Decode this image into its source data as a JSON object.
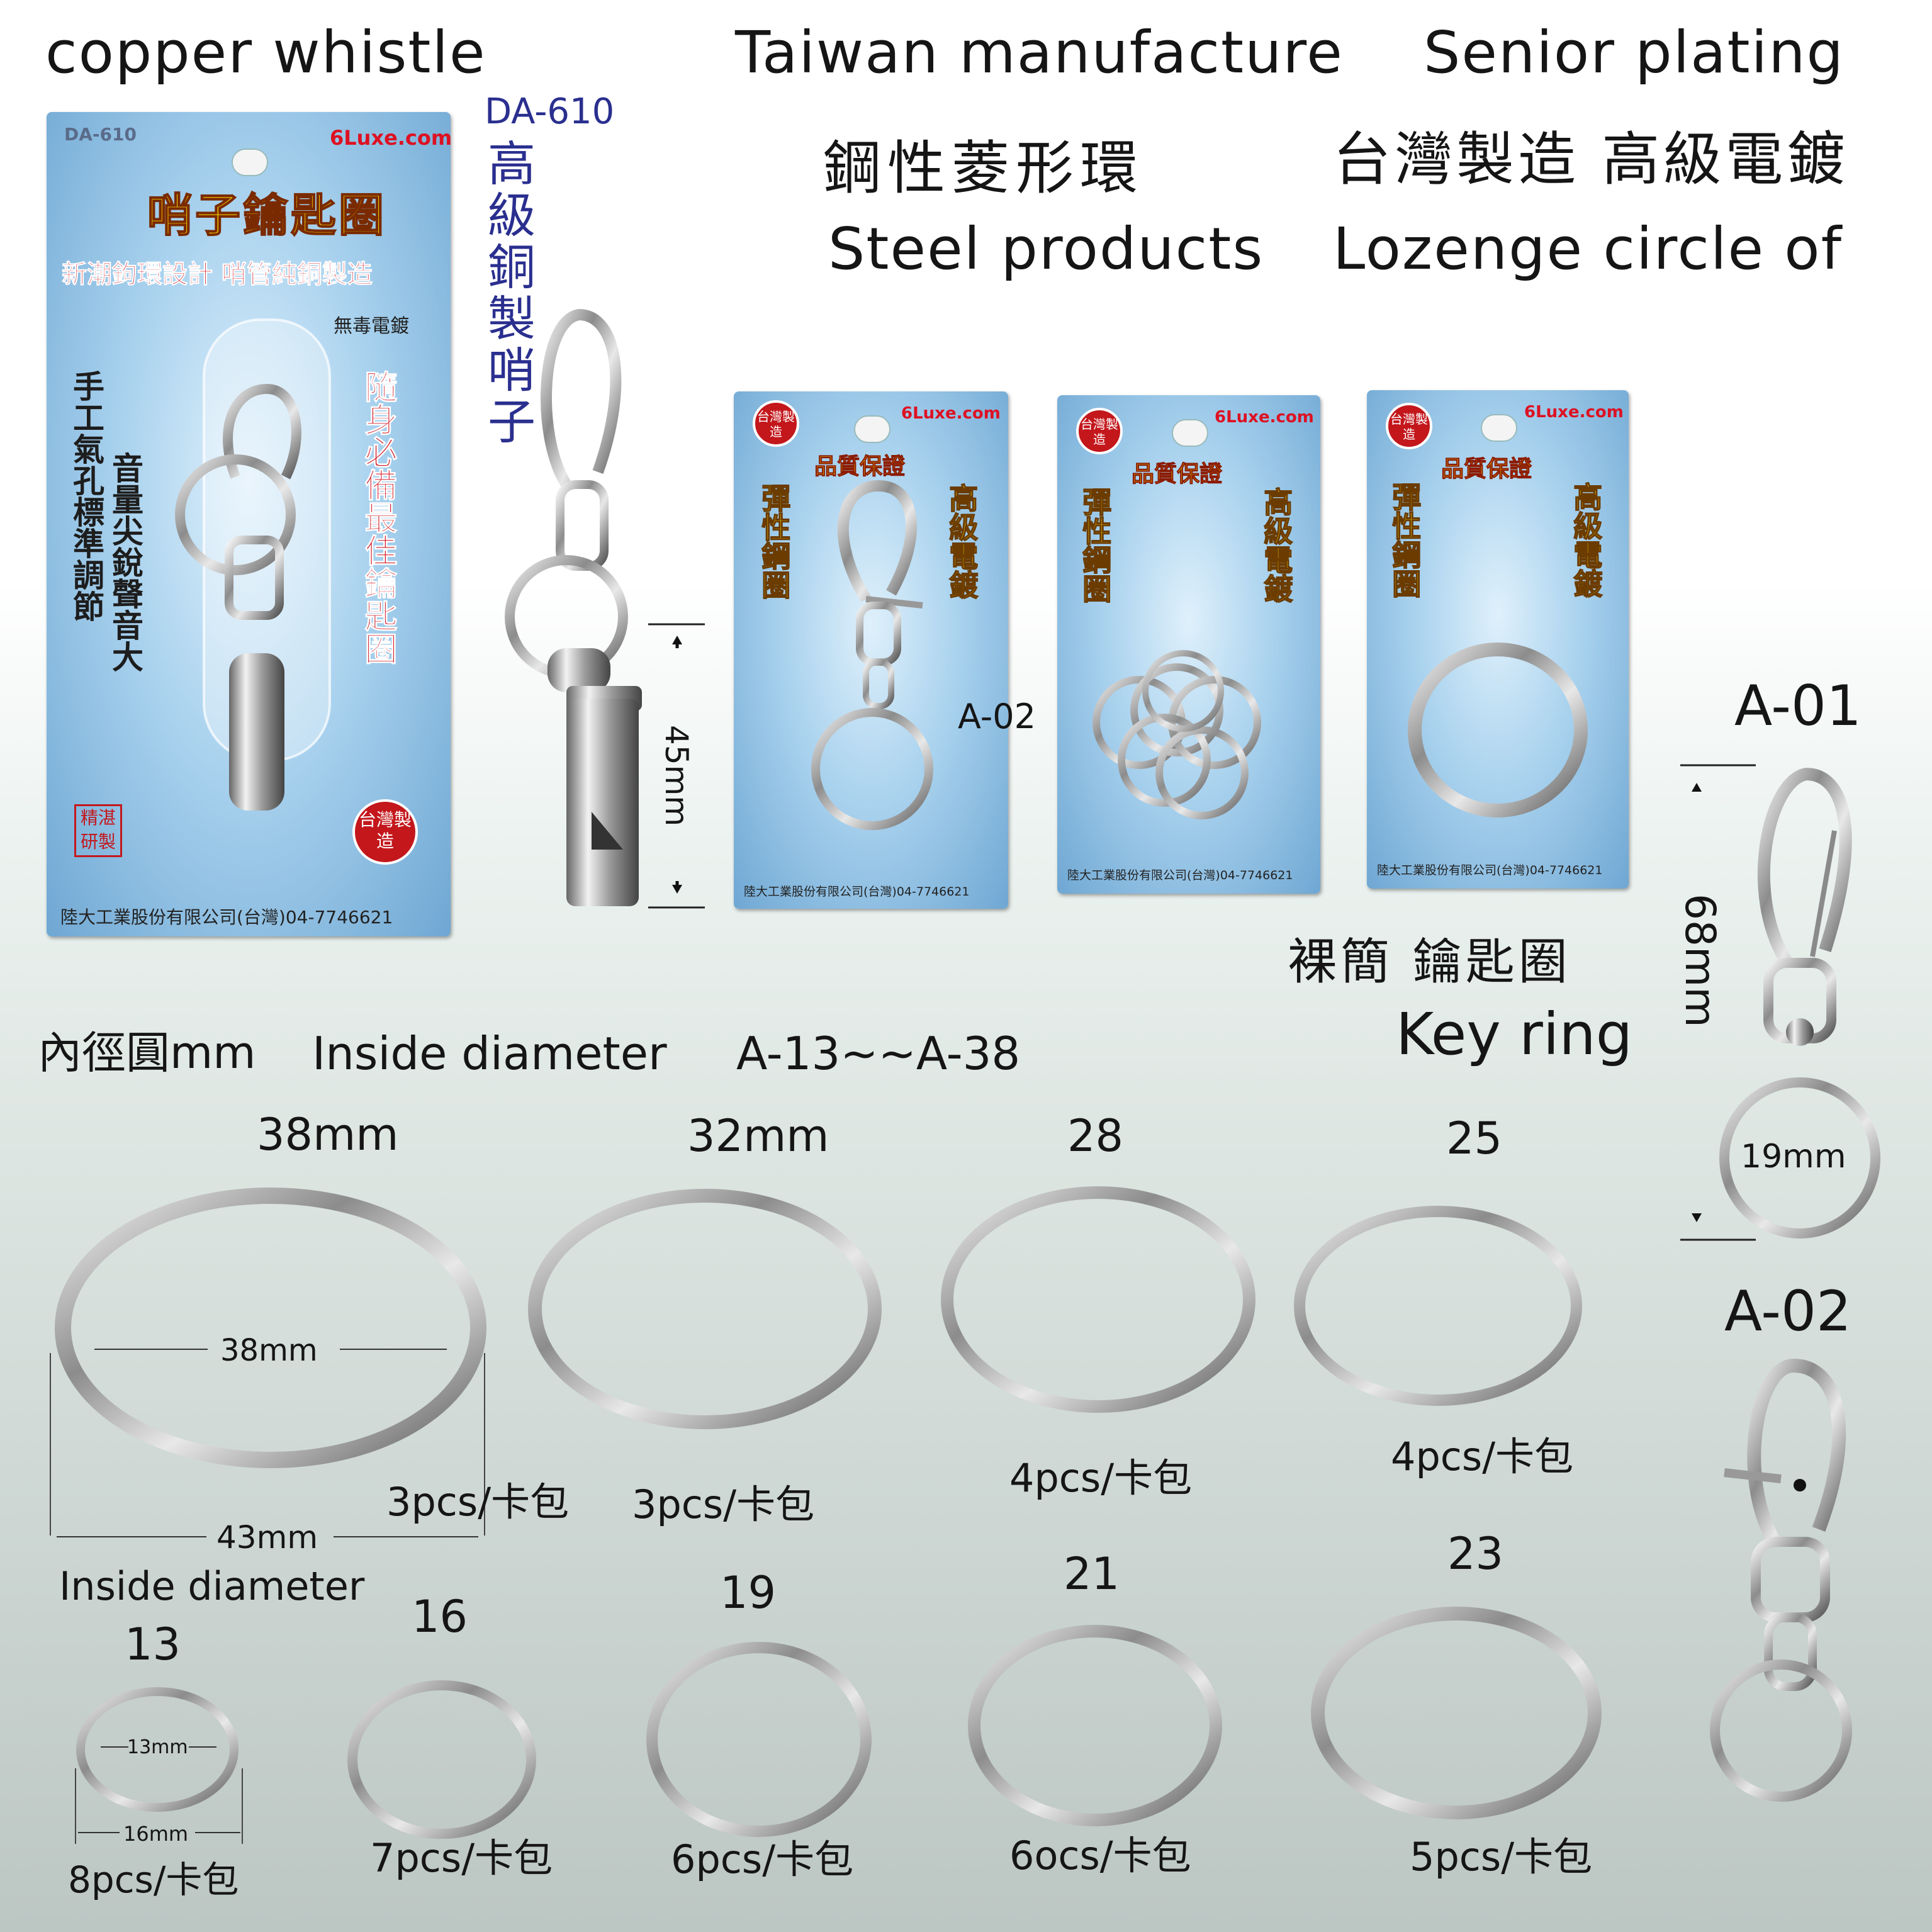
{
  "header": {
    "copper_whistle": "copper whistle",
    "taiwan_manufacture": "Taiwan manufacture",
    "senior_plating": "Senior plating",
    "steel_cn": "鋼性菱形環",
    "taiwan_cn": "台灣製造 高級電鍍",
    "steel_products": "Steel products",
    "lozenge": "Lozenge circle of"
  },
  "whistle": {
    "code": "DA-610",
    "vertical_cn": "高級銅製哨子",
    "length": "45mm",
    "card": {
      "code": "DA-610",
      "brand": "6Luxe.com",
      "title": "哨子鑰匙圈",
      "subtitle": "新潮鉤環設計 哨管純銅製造",
      "nontoxic": "無毒電鍍",
      "col1": "手工氣孔標準調節",
      "col2": "音量尖銳聲音大",
      "col3": "隨身必備最佳鑰匙圈",
      "stamp": "精湛研製",
      "badge": "台灣製造",
      "footer": "陸大工業股份有限公司(台灣)04-7746621"
    }
  },
  "cards": [
    {
      "brand": "6Luxe.com",
      "badge": "台灣製造",
      "banner": "品質保證",
      "left": "彈性鋼圈",
      "right": "高級電鍍",
      "footer": "陸大工業股份有限公司(台灣)04-7746621"
    },
    {
      "brand": "6Luxe.com",
      "badge": "台灣製造",
      "banner": "品質保證",
      "left": "彈性鋼圈",
      "right": "高級電鍍",
      "footer": "陸大工業股份有限公司(台灣)04-7746621"
    },
    {
      "brand": "6Luxe.com",
      "badge": "台灣製造",
      "banner": "品質保證",
      "left": "彈性鋼圈",
      "right": "高級電鍍",
      "footer": "陸大工業股份有限公司(台灣)04-7746621"
    }
  ],
  "a02_card_label": "A-02",
  "keyring": {
    "cn": "裸簡 鑰匙圈",
    "en": "Key ring"
  },
  "a01": {
    "label": "A-01",
    "length": "68mm",
    "ring": "19mm"
  },
  "a02": {
    "label": "A-02"
  },
  "inside_header": {
    "cn": "內徑圓mm",
    "en": "Inside diameter",
    "range": "A-13~~A-38"
  },
  "rings_top": [
    {
      "size": "38mm",
      "pcs": "3pcs/卡包",
      "inner": "38mm",
      "outer": "43mm",
      "note": "Inside diameter"
    },
    {
      "size": "32mm",
      "pcs": "3pcs/卡包"
    },
    {
      "size": "28",
      "pcs": "4pcs/卡包"
    },
    {
      "size": "25",
      "pcs": "4pcs/卡包"
    }
  ],
  "rings_bottom": [
    {
      "size": "13",
      "pcs": "8pcs/卡包",
      "inner": "13mm",
      "outer": "16mm"
    },
    {
      "size": "16",
      "pcs": "7pcs/卡包"
    },
    {
      "size": "19",
      "pcs": "6pcs/卡包"
    },
    {
      "size": "21",
      "pcs": "6ocs/卡包"
    },
    {
      "size": "23",
      "pcs": "5pcs/卡包"
    }
  ],
  "colors": {
    "brand_red": "#d12",
    "card_blue": "#8ec1e6",
    "badge_red": "#c3171c",
    "title_yellow": "#f5d000",
    "code_blue": "#2a2f8f"
  }
}
